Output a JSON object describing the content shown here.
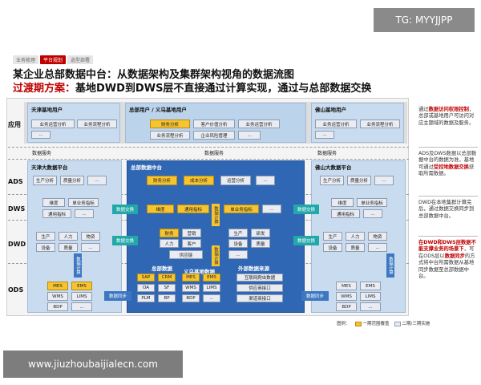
{
  "watermark_top": "TG: MYYJJPP",
  "watermark_bottom": "www.jiuzhoubaijialecn.com",
  "breadcrumb": [
    "业务梳理",
    "平台规划",
    "选型部署"
  ],
  "title_line1": "某企业总部数据中台：从数据架构及集群架构视角的数据流图",
  "title_prefix": "过渡期方案：",
  "title_line2": "基地DWD到DWS层不直接通过计算实现，通过与总部数据交换",
  "layers": {
    "app": "应用",
    "ads": "ADS",
    "dws": "DWS",
    "dwd": "DWD",
    "ods": "ODS"
  },
  "app": {
    "tj_title": "天津基地用户",
    "tj_boxes": [
      "业务运营分析",
      "业务流程分析"
    ],
    "tj_more": "...",
    "hq_title": "总部用户 / 义乌基地用户",
    "hq_boxes": [
      "财务分析",
      "客户价值分析",
      "业务运营分析",
      "业务流程分析",
      "企业风险管理"
    ],
    "hq_more": "...",
    "fs_title": "佛山基地用户",
    "fs_boxes": [
      "业务运营分析",
      "业务流程分析"
    ],
    "fs_more": "...",
    "data_service": "数据服务"
  },
  "ads": {
    "tj_title": "天津大数据平台",
    "tj_boxes": [
      "生产分析",
      "质量分析"
    ],
    "hq_title": "总部数据中台",
    "hq_boxes": [
      "财务分析",
      "成本分析",
      "运营分析"
    ],
    "fs_title": "佛山大数据平台",
    "fs_boxes": [
      "生产分析",
      "质量分析"
    ],
    "more": "..."
  },
  "dws": {
    "tj_boxes": [
      "维度",
      "单业务指标",
      "通用指标"
    ],
    "hq_boxes": [
      "维度",
      "通用指标",
      "单业务指标"
    ],
    "fs_boxes": [
      "维度",
      "单业务指标",
      "通用指标"
    ],
    "exchange": "数据交换",
    "compute": "数据计算",
    "more": "..."
  },
  "dwd": {
    "tj_boxes": [
      "生产",
      "人力",
      "物资",
      "设备",
      "质量"
    ],
    "hq_boxes": [
      "财务",
      "营销",
      "生产",
      "研发",
      "人力",
      "客户",
      "设备",
      "质量",
      "供应链"
    ],
    "fs_boxes": [
      "生产",
      "人力",
      "物资",
      "设备",
      "质量"
    ],
    "exchange": "数据交换",
    "compute": "数据计算",
    "more": "..."
  },
  "ods": {
    "tj_boxes": [
      "MES",
      "EMS",
      "WMS",
      "LIMS",
      "BDP"
    ],
    "hq_title": "总部数据",
    "hq_boxes": [
      "SAP",
      "CRM",
      "OA",
      "SF",
      "PLM",
      "BP"
    ],
    "yw_title": "义乌基地数据",
    "yw_boxes": [
      "MES",
      "EMS",
      "WMS",
      "LIMS",
      "BDP"
    ],
    "ext_title": "外部数据来源",
    "ext_boxes": [
      "互联网爬虫数据",
      "供应商接口",
      "渠道商接口"
    ],
    "fs_boxes": [
      "MES",
      "EMS",
      "WMS",
      "LIMS",
      "BDP"
    ],
    "sync": "数据同步",
    "compute": "数据计算",
    "more": "..."
  },
  "notes": {
    "n1_pre": "通过",
    "n1_red": "数据访问权限控制",
    "n1_post": "，总部或基地用户可访问对应主题域的数据及服务。",
    "n2": "ADS及DWS数据以总部数据中台的数据为准，基地可通过",
    "n2_red": "受控地数据交换",
    "n2_post": "获取所需数据。",
    "n3": "DWD在本地集群计算完后，通过数据交换同步到总部数据中台。",
    "n4_red": "在DWD和DWS层数据不能支撑业务的场景下",
    "n4_mid": "，可在ODS层以",
    "n4_red2": "数据同步",
    "n4_post": "的方式将中台所需数据从基地同步数据至总部数据中台。"
  },
  "legend": {
    "title": "图例：",
    "item1": "一期范围覆盖",
    "item2": "二期/三期实施"
  },
  "colors": {
    "accent_red": "#c00000",
    "hq_blue": "#2f67b5",
    "zone_light_blue": "#c9dcef",
    "phase1_yellow": "#f6c431",
    "exchange_teal": "#22a8a8"
  }
}
